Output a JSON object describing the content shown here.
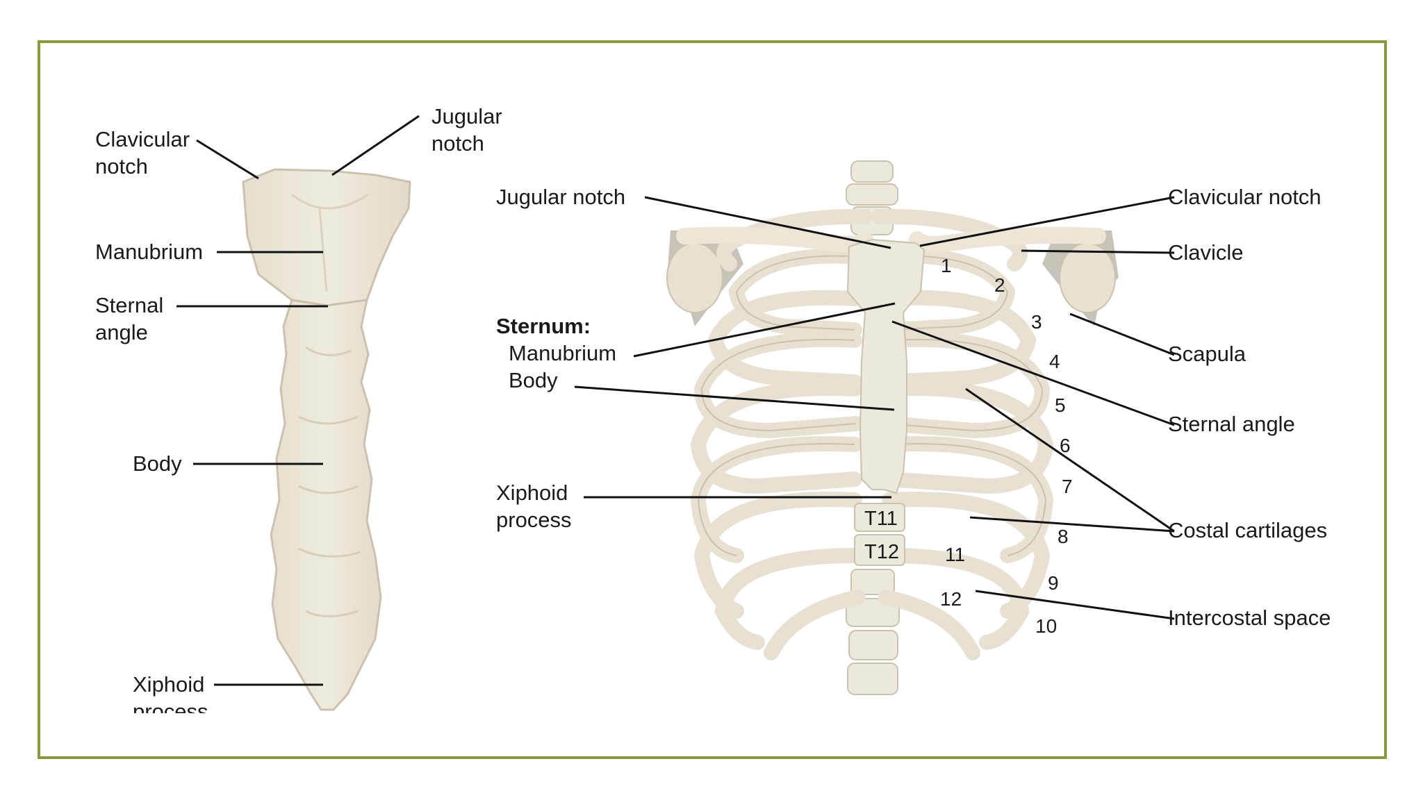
{
  "sternum_view": {
    "clavicular_notch": [
      "Clavicular",
      "notch"
    ],
    "jugular_notch": [
      "Jugular",
      "notch"
    ],
    "manubrium": "Manubrium",
    "sternal_angle": [
      "Sternal",
      "angle"
    ],
    "body": "Body",
    "xiphoid_process": [
      "Xiphoid",
      "process"
    ]
  },
  "thorax_view": {
    "left_labels": {
      "jugular_notch": "Jugular notch",
      "sternum_heading": "Sternum:",
      "manubrium": "Manubrium",
      "body": "Body",
      "xiphoid_process": [
        "Xiphoid",
        "process"
      ]
    },
    "right_labels": {
      "clavicular_notch": "Clavicular notch",
      "clavicle": "Clavicle",
      "scapula": "Scapula",
      "sternal_angle": "Sternal angle",
      "costal_cartilages": "Costal cartilages",
      "intercostal_space": "Intercostal space"
    },
    "rib_numbers": [
      "1",
      "2",
      "3",
      "4",
      "5",
      "6",
      "7",
      "8",
      "9",
      "10",
      "11",
      "12"
    ],
    "vertebrae": [
      "T11",
      "T12"
    ]
  },
  "colors": {
    "frame": "#8a9a3c",
    "bone": "#ebe6d7",
    "bone_edge": "#c9c2ae",
    "shadow": "#bdb8ab",
    "text": "#1a1a1a"
  }
}
